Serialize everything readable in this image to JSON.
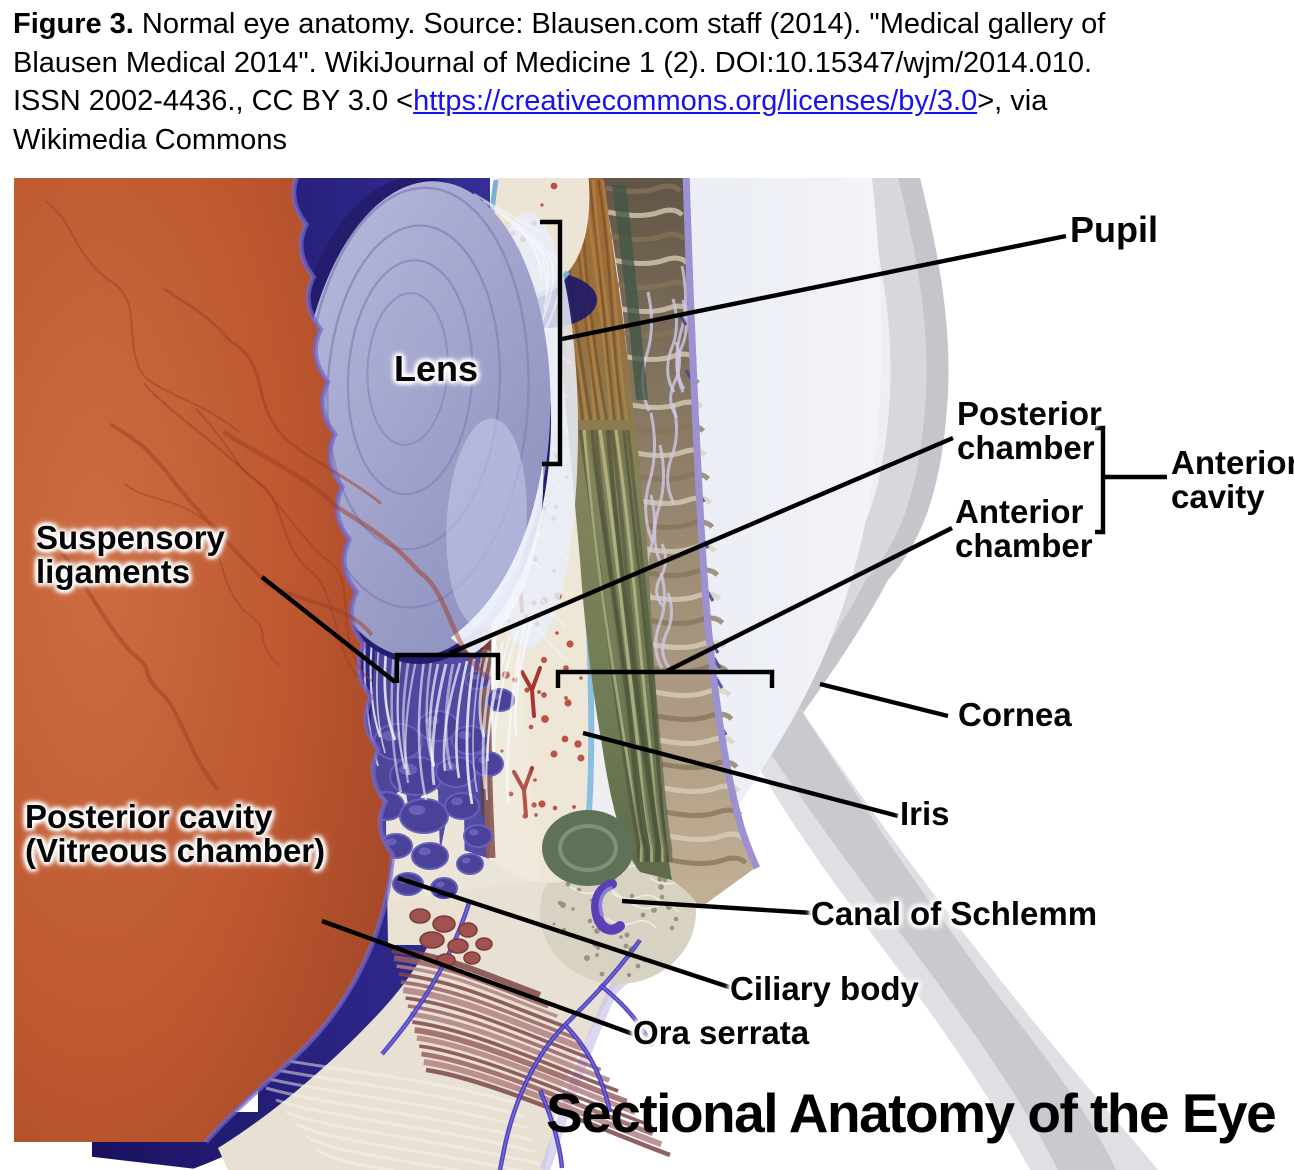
{
  "caption": {
    "figure_label": "Figure 3.",
    "line1_rest": " Normal eye anatomy. Source: Blausen.com staff (2014). \"Medical gallery of",
    "line2": "Blausen Medical 2014\". WikiJournal of Medicine 1 (2). DOI:10.15347/wjm/2014.010.",
    "line3_pre": "ISSN 2002-4436., CC BY 3.0 <",
    "link_text": "https://creativecommons.org/licenses/by/3.0",
    "line3_post": ">, via",
    "line4": "Wikimedia Commons"
  },
  "figure": {
    "title": "Sectional Anatomy of the Eye",
    "labels": {
      "pupil": "Pupil",
      "lens": "Lens",
      "posterior_chamber": "Posterior\nchamber",
      "anterior_chamber": "Anterior\nchamber",
      "anterior_cavity": "Anterior\ncavity",
      "suspensory_ligaments": "Suspensory\nligaments",
      "posterior_cavity": "Posterior cavity\n(Vitreous chamber)",
      "cornea": "Cornea",
      "iris": "Iris",
      "canal_of_schlemm": "Canal of Schlemm",
      "ciliary_body": "Ciliary body",
      "ora_serrata": "Ora serrata"
    },
    "colors": {
      "link_blue": "#1812ee",
      "label_text": "#050505",
      "pointer_line": "#000000",
      "vitreous_orange": "#bd5730",
      "choroid_navy": "#221b7a",
      "lens_lavender": "#a2a4cf",
      "iris_olive": "#7c8767",
      "iris_rust": "#a96a34",
      "cornea_gray": "#cfd0d5",
      "sclera_beige": "#e8e0d2",
      "canal_purple": "#5b3fb5"
    }
  }
}
